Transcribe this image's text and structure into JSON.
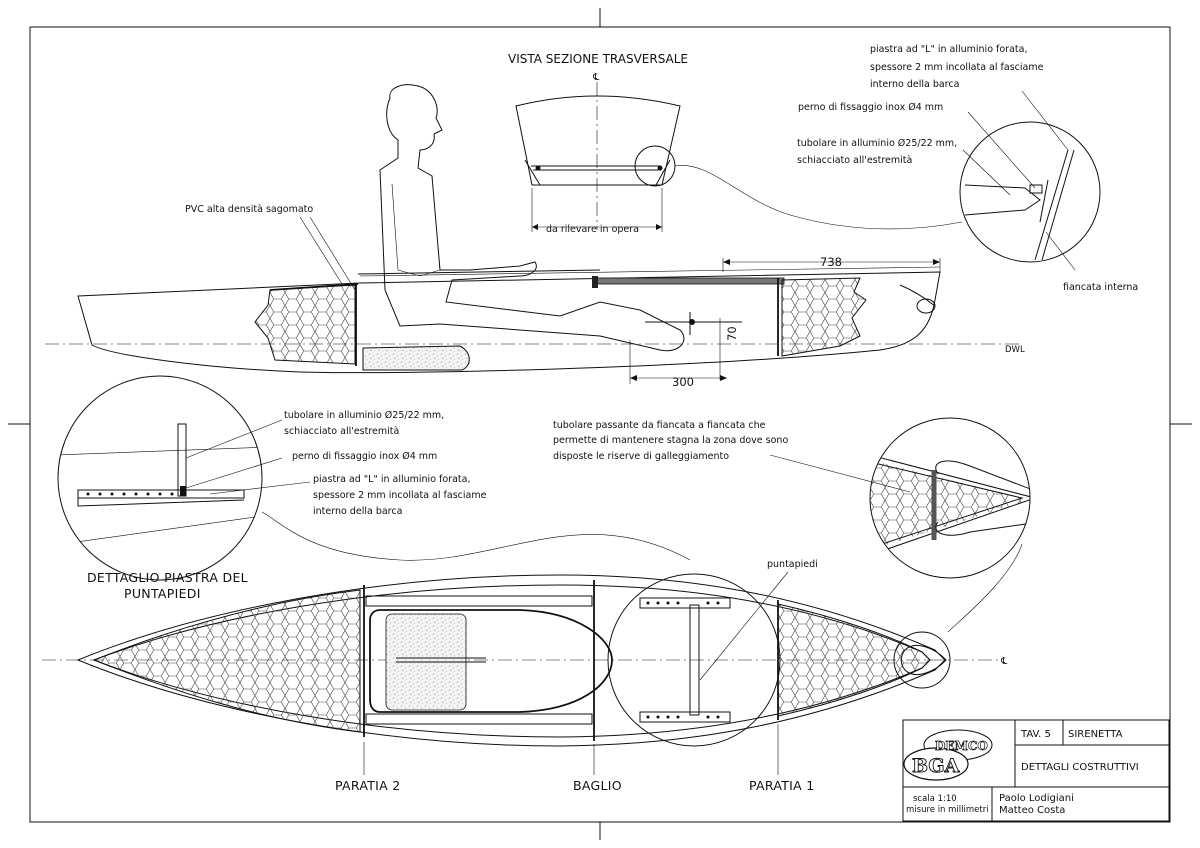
{
  "section_view": {
    "title": "VISTA SEZIONE TRASVERSALE",
    "axis_mark": "℄",
    "dimension_label": "da rilevare in opera"
  },
  "top_right_detail": {
    "plate_note": [
      "piastra ad \"L\" in alluminio forata,",
      "spessore 2 mm incollata al fasciame",
      "interno della barca"
    ],
    "pin_note": "perno di fissaggio inox Ø4 mm",
    "tube_note": [
      "tubolare in alluminio Ø25/22 mm,",
      "schiacciato all'estremità"
    ],
    "inner_side_note": "fiancata interna"
  },
  "side_view": {
    "pvc_note": "PVC alta densità sagomato",
    "dim_738": "738",
    "dim_70": "70",
    "dim_300": "300",
    "dwl": "DWL"
  },
  "left_detail": {
    "tube_note": [
      "tubolare in alluminio Ø25/22 mm,",
      "schiacciato all'estremità"
    ],
    "pin_note": "perno di fissaggio inox Ø4 mm",
    "plate_note": [
      "piastra ad \"L\" in alluminio forata,",
      "spessore 2 mm incollata al fasciame",
      "interno della barca"
    ],
    "caption": [
      "DETTAGLIO PIASTRA DEL",
      "PUNTAPIEDI"
    ]
  },
  "right_detail": {
    "note": [
      "tubolare passante da fiancata a fiancata che",
      "permette di mantenere stagna la zona dove sono",
      "disposte le riserve di galleggiamento"
    ]
  },
  "plan_view": {
    "footrest_label": "puntapiedi",
    "bulkhead_2": "PARATIA 2",
    "beam": "BAGLIO",
    "bulkhead_1": "PARATIA 1",
    "axis_mark": "℄"
  },
  "title_block": {
    "logo_top": "DEMCO",
    "logo_bottom": "BGA",
    "sheet": "TAV. 5",
    "project": "SIRENETTA",
    "subject": "DETTAGLI COSTRUTTIVI",
    "scale": "scala 1:10",
    "units": "misure in millimetri",
    "author_1": "Paolo Lodigiani",
    "author_2": "Matteo Costa"
  }
}
